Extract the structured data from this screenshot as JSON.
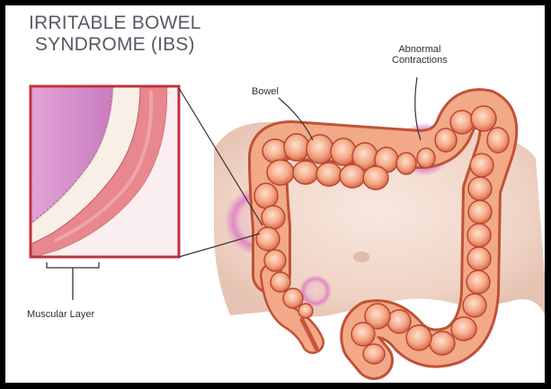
{
  "title": {
    "line1": "IRRITABLE BOWEL",
    "line2": "SYNDROME (IBS)"
  },
  "labels": {
    "bowel": "Bowel",
    "abnormal_line1": "Abnormal",
    "abnormal_line2": "Contractions",
    "muscular": "Muscular Layer"
  },
  "colors": {
    "background": "#ffffff",
    "frame": "#000000",
    "title": "#555a63",
    "bowel": "#f0a582",
    "bowel_stroke": "#b2402c",
    "inset_border": "#c0323c",
    "mucosa": "#d88bc6",
    "muscle": "#e8878e",
    "abdomen": "#f1d9cc",
    "spasm_glow": "#d86bc8"
  }
}
